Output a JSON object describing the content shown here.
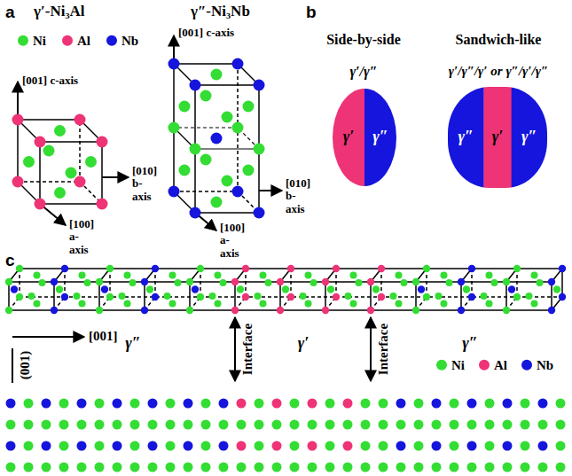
{
  "diagram": {
    "nodes": [
      {
        "text": [
          "γ′",
          "γ″"
        ]
      },
      {
        "text": [
          "γ″",
          "γ′",
          "γ″"
        ]
      }
    ],
    "labels": [
      "a",
      "γ′-Ni₃Al",
      "γ″-Ni₃Nb",
      "[001] c-axis",
      "[010] b-axis",
      "[100] a-axis",
      "[001] c-axis",
      "[010] b-axis",
      "[100] a-axis",
      "b",
      "Side-by-side",
      "Sandwich-like",
      "γ′/γ″",
      "γ′/γ″/γ′ or γ″/γ′/γ″",
      "c",
      "[001]",
      "(001)",
      "γ″",
      "Interface",
      "γ′",
      "Interface",
      "γ″"
    ],
    "legend": [
      {
        "text": "Ni",
        "color": "#33dd33"
      },
      {
        "text": "Al",
        "color": "#ee3377"
      },
      {
        "text": "Nb",
        "color": "#1515dd"
      },
      {
        "text": "Ni",
        "color": "#33dd33"
      },
      {
        "text": "Al",
        "color": "#ee3377"
      },
      {
        "text": "Nb",
        "color": "#1515dd"
      }
    ]
  }
}
